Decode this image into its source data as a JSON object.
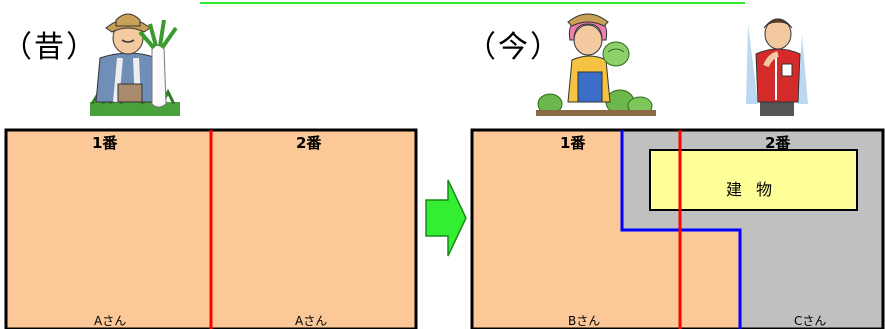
{
  "header": {
    "past_label": "（昔）",
    "present_label": "（今）"
  },
  "past_map": {
    "lots": [
      {
        "number": "1番",
        "owner": "Aさん"
      },
      {
        "number": "2番",
        "owner": "Aさん"
      }
    ]
  },
  "present_map": {
    "lots": [
      {
        "number": "1番",
        "owner": "Bさん"
      },
      {
        "number": "2番",
        "owner": "Cさん"
      }
    ],
    "building_label": "建物"
  },
  "colors": {
    "parcel_fill": "#fcc898",
    "other_land_fill": "#c0c0c0",
    "building_fill": "#ffff99",
    "lot_boundary": "#ff0000",
    "ownership_boundary": "#0000ff",
    "arrow_fill": "#33ee33",
    "title_line": "#2ee82e"
  },
  "icons": [
    "farmer-with-radish-icon",
    "farmer-woman-with-cabbage-icon",
    "man-in-red-jacket-icon",
    "right-arrow-icon"
  ]
}
